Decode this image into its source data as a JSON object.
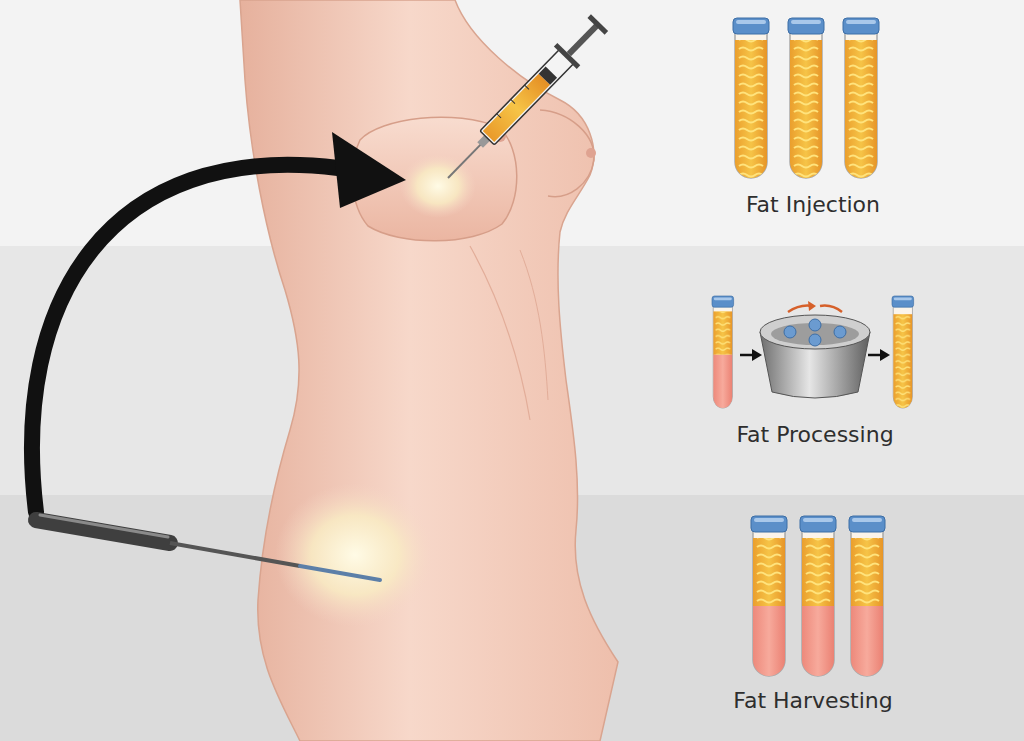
{
  "diagram": {
    "labels": [
      "Fat Injection",
      "Fat Processing",
      "Fat Harvesting"
    ]
  }
}
